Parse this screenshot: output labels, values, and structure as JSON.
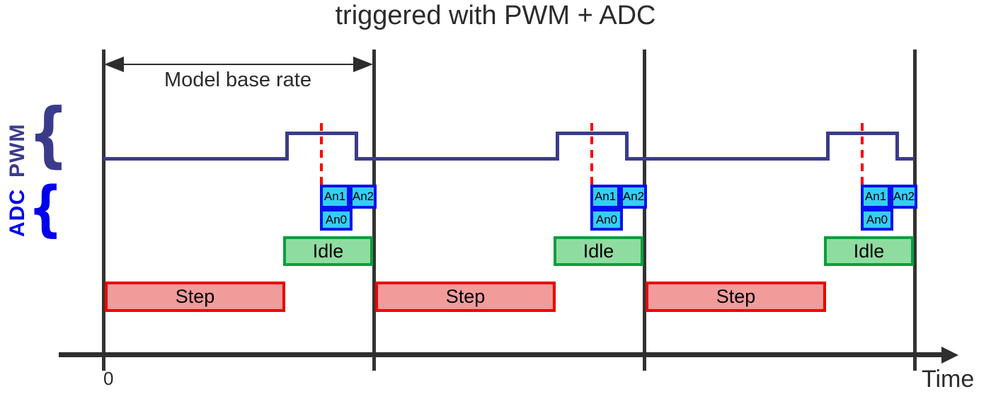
{
  "title": "triggered with PWM + ADC",
  "annotations": {
    "model_base_rate": "Model base rate"
  },
  "signals": {
    "pwm_label": "PWM",
    "adc_label": "ADC",
    "brace": "{"
  },
  "axis": {
    "origin_label": "0",
    "label": "Time"
  },
  "periods": [
    {
      "step_label": "Step",
      "idle_label": "Idle",
      "adc_samples": [
        "An1",
        "An2",
        "An0"
      ]
    },
    {
      "step_label": "Step",
      "idle_label": "Idle",
      "adc_samples": [
        "An1",
        "An2",
        "An0"
      ]
    },
    {
      "step_label": "Step",
      "idle_label": "Idle",
      "adc_samples": [
        "An1",
        "An2",
        "An0"
      ]
    }
  ],
  "colors": {
    "ink": "#2d2d2d",
    "period_line": "#333333",
    "pwm_line": "#3b3b8c",
    "adc_label": "#0000ee",
    "adc_box_border": "#0011ee",
    "adc_box_fill": "#36cdf7",
    "trigger_dash": "#ff0000",
    "idle_border": "#0c9e3c",
    "idle_fill": "#8fdca0",
    "step_border": "#ee0000",
    "step_fill": "#f29b9b"
  }
}
